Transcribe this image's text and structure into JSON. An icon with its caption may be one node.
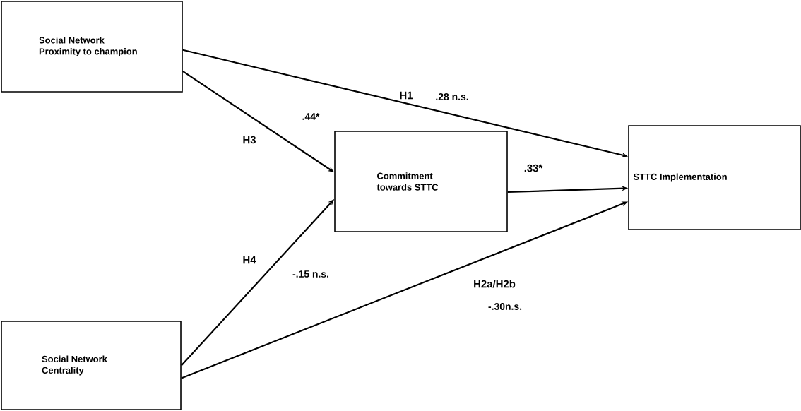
{
  "diagram": {
    "nodes": [
      {
        "text": [
          "Social Network Proximity to champion"
        ]
      },
      {
        "text": [
          "Commitment towards STTC"
        ]
      },
      {
        "text": [
          "STTC Implementation"
        ]
      },
      {
        "text": [
          "Social Network Centrality"
        ]
      }
    ],
    "edges": [
      {
        "from": 0,
        "to": 2,
        "arrow": "to",
        "label": "H1"
      },
      {
        "from": 0,
        "to": 1,
        "arrow": "to",
        "label": "H3"
      },
      {
        "from": 1,
        "to": 2,
        "arrow": "to",
        "label": ".33*"
      },
      {
        "from": 3,
        "to": 1,
        "arrow": "to",
        "label": "H4"
      },
      {
        "from": 3,
        "to": 2,
        "arrow": "to",
        "label": "H2a/H2b"
      }
    ],
    "labels": [
      ".28 n.s.",
      ".44*",
      "-.15 n.s.",
      "-.30n.s."
    ]
  }
}
